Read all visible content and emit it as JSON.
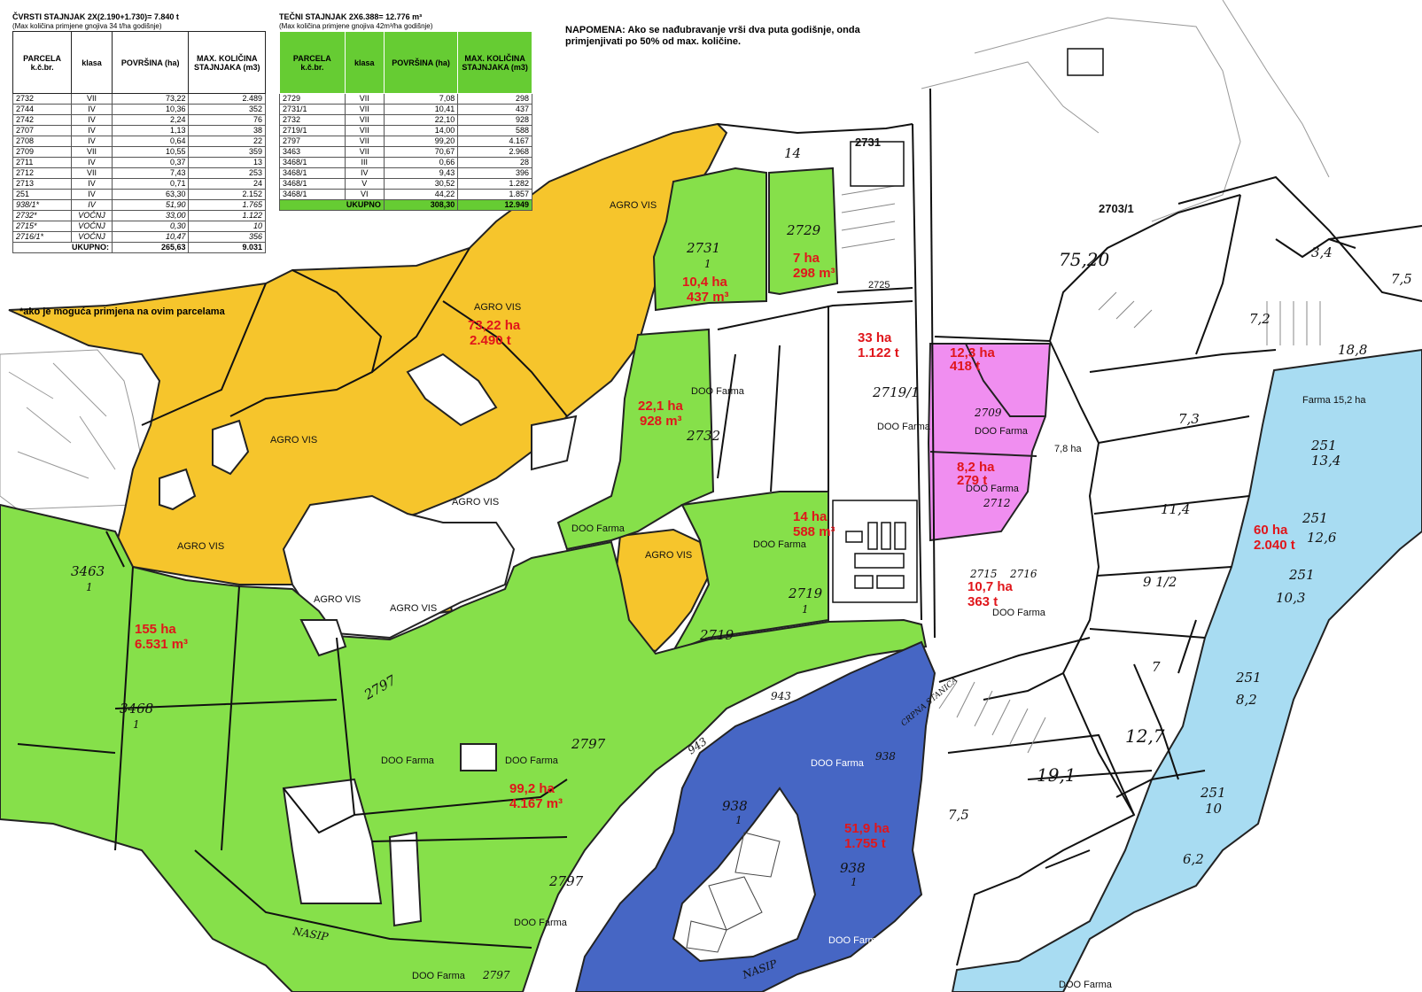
{
  "colors": {
    "agro_vis": "#f6c52c",
    "doo_farma_green": "#86e04a",
    "pink": "#f08ef0",
    "dark_blue": "#4666c4",
    "light_blue": "#a8dcf2",
    "red_label": "#e0161b",
    "table_header_green": "#66cc33"
  },
  "table1": {
    "title": "ČVRSTI STAJNJAK 2X(2.190+1.730)= 7.840 t",
    "subtitle": "(Max količina primjene gnojiva 34 t/ha godišnje)",
    "headers": [
      "PARCELA k.č.br.",
      "klasa",
      "POVRŠINA (ha)",
      "MAX. KOLIČINA STAJNJAKA (m3)"
    ],
    "rows": [
      [
        "2732",
        "VII",
        "73,22",
        "2.489"
      ],
      [
        "2744",
        "IV",
        "10,36",
        "352"
      ],
      [
        "2742",
        "IV",
        "2,24",
        "76"
      ],
      [
        "2707",
        "IV",
        "1,13",
        "38"
      ],
      [
        "2708",
        "IV",
        "0,64",
        "22"
      ],
      [
        "2709",
        "VII",
        "10,55",
        "359"
      ],
      [
        "2711",
        "IV",
        "0,37",
        "13"
      ],
      [
        "2712",
        "VII",
        "7,43",
        "253"
      ],
      [
        "2713",
        "IV",
        "0,71",
        "24"
      ],
      [
        "251",
        "IV",
        "63,30",
        "2.152"
      ],
      [
        "938/1*",
        "IV",
        "51,90",
        "1.765"
      ],
      [
        "2732*",
        "VOĆNJ",
        "33,00",
        "1.122"
      ],
      [
        "2715*",
        "VOĆNJ",
        "0,30",
        "10"
      ],
      [
        "2716/1*",
        "VOĆNJ",
        "10,47",
        "356"
      ]
    ],
    "total_label": "UKUPNO:",
    "total_area": "265,63",
    "total_amount": "9.031"
  },
  "table2": {
    "title": "TEČNI STAJNJAK 2X6.388= 12.776 m³",
    "subtitle": "(Max količina primjene gnojiva 42m³/ha godišnje)",
    "headers": [
      "PARCELA k.č.br.",
      "klasa",
      "POVRŠINA (ha)",
      "MAX. KOLIČINA STAJNJAKA (m3)"
    ],
    "rows": [
      [
        "2729",
        "VII",
        "7,08",
        "298"
      ],
      [
        "2731/1",
        "VII",
        "10,41",
        "437"
      ],
      [
        "2732",
        "VII",
        "22,10",
        "928"
      ],
      [
        "2719/1",
        "VII",
        "14,00",
        "588"
      ],
      [
        "2797",
        "VII",
        "99,20",
        "4.167"
      ],
      [
        "3463",
        "VII",
        "70,67",
        "2.968"
      ],
      [
        "3468/1",
        "III",
        "0,66",
        "28"
      ],
      [
        "3468/1",
        "IV",
        "9,43",
        "396"
      ],
      [
        "3468/1",
        "V",
        "30,52",
        "1.282"
      ],
      [
        "3468/1",
        "VI",
        "44,22",
        "1.857"
      ]
    ],
    "total_label": "UKUPNO",
    "total_area": "308,30",
    "total_amount": "12.949"
  },
  "note": "NAPOMENA: Ako se nađubravanje vrši dva puta godišnje, onda primjenjivati po 50% od max. količine.",
  "footnote": "*ako je moguća primjena na ovim parcelama",
  "owners": {
    "agro_vis": "AGRO VIS",
    "doo_farma": "DOO Farma",
    "farma": "Farma 15,2 ha"
  },
  "amounts": {
    "a_2731_ha": "10,4 ha",
    "a_2731_m": "437 m³",
    "a_2729_ha": "7 ha",
    "a_2729_m": "298 m³",
    "a_2732y_ha": "73,22 ha",
    "a_2732y_t": "2.490 t",
    "a_2732g_ha": "22,1 ha",
    "a_2732g_m": "928 m³",
    "a_33_ha": "33 ha",
    "a_33_t": "1.122 t",
    "a_123_ha": "12,3 ha",
    "a_123_t": "418 t",
    "a_82_ha": "8,2 ha",
    "a_82_t": "279 t",
    "a_78_ha": "7,8 ha",
    "a_14_ha": "14 ha",
    "a_14_m": "588 m³",
    "a_107_ha": "10,7 ha",
    "a_107_t": "363 t",
    "a_60_ha": "60 ha",
    "a_60_t": "2.040 t",
    "a_155_ha": "155 ha",
    "a_155_m": "6.531 m³",
    "a_992_ha": "99,2 ha",
    "a_992_m": "4.167 m³",
    "a_519_ha": "51,9 ha",
    "a_519_t": "1.755 t"
  },
  "parcels": {
    "p2731": "2731",
    "p2703_1": "2703/1",
    "p2725": "2725",
    "p2729": "2729",
    "p2731_1": "2731",
    "p2732": "2732",
    "p2719_1": "2719/1",
    "p2709": "2709",
    "p2712": "2712",
    "p2715": "2715",
    "p2716": "2716",
    "p2719b": "2719",
    "p3463": "3463",
    "p3468": "3468",
    "p2797a": "2797",
    "p2797b": "2797",
    "p2797c": "2797",
    "p2797d": "2797",
    "p938a": "938",
    "p938b": "938",
    "p938c": "938",
    "p943a": "943",
    "p943b": "943",
    "p251a": "251",
    "p251b": "251",
    "p251c": "251",
    "p251d": "251",
    "p251e": "251",
    "one": "1"
  },
  "areas": {
    "v7520": "75,20",
    "v34": "3,4",
    "v72": "7,2",
    "v73": "7,3",
    "v134": "13,4",
    "v126": "12,6",
    "v103": "10,3",
    "v82": "8,2",
    "v114": "11,4",
    "v9112": "9 1/2",
    "v127": "12,7",
    "v191": "19,1",
    "v75": "7,5",
    "v7": "7",
    "v10": "10",
    "v62": "6,2",
    "v189": "18,8",
    "v14": "14",
    "v7s": "7,5"
  },
  "misc": {
    "nasip": "NASIP",
    "crpna": "CRPNA STANICA"
  }
}
